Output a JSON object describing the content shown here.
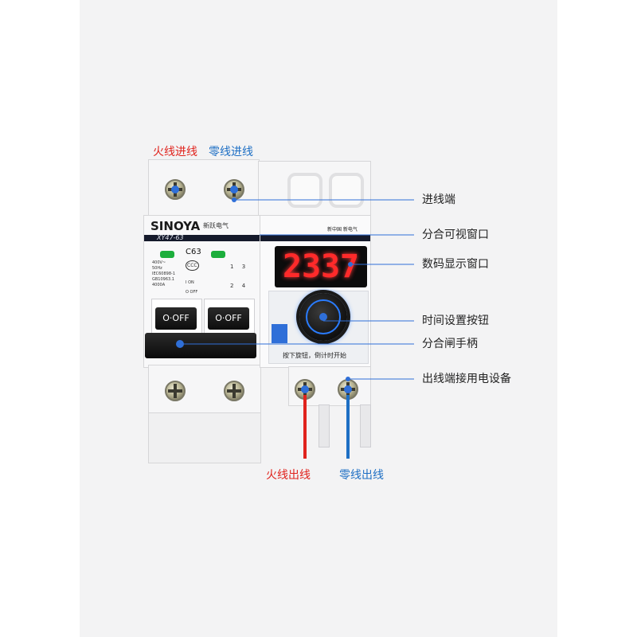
{
  "annotations": {
    "live_in": "火线进线",
    "neutral_in": "零线进线",
    "incoming_terminal": "进线端",
    "on_off_window": "分合可视窗口",
    "digital_display": "数码显示窗口",
    "time_button": "时间设置按钮",
    "switch_handle": "分合闸手柄",
    "outgoing_terminal": "出线端接用电设备",
    "live_out": "火线出线",
    "neutral_out": "零线出线"
  },
  "device": {
    "brand": "SINOYA",
    "brand_cn": "新跃电气",
    "model": "XY47-63",
    "rating": "C63",
    "ratings_text": [
      "400V~",
      "50Hz",
      "IEC60898-1",
      "GB10963.1",
      "4000A"
    ],
    "on_label": "I ON",
    "off_label": "O OFF",
    "wiring_marks": [
      "1",
      "3",
      "2",
      "4"
    ],
    "cert_mark": "CCC",
    "timer_header": "新中国 新电气",
    "display_digits": [
      "2",
      "3",
      "3",
      "7"
    ],
    "knob_hint": "按下旋钮，倒计时开始",
    "handle_label": "O·OFF"
  },
  "colors": {
    "live": "#e0231d",
    "neutral": "#1e6fc4",
    "annotation_text": "#222222",
    "display_red": "#ff2a2a",
    "knob_ring": "#2a7cff"
  }
}
